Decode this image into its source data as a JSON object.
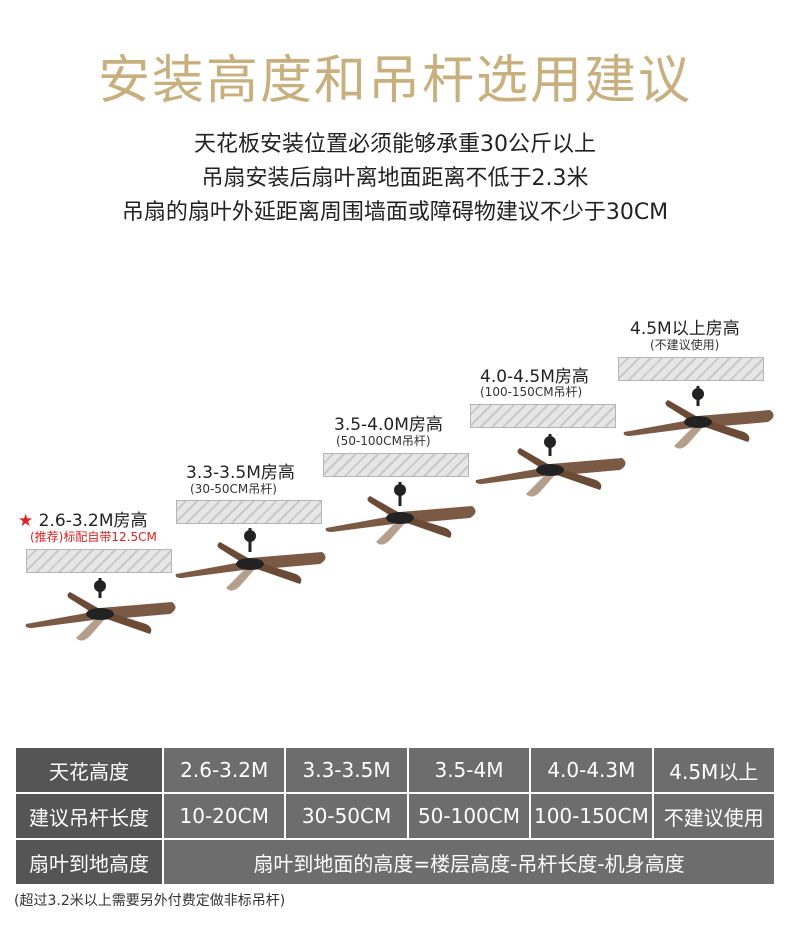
{
  "title": "安装高度和吊杆选用建议",
  "subtitles": [
    "天花板安装位置必须能够承重30公斤以上",
    "吊扇安装后扇叶离地面距离不低于2.3米",
    "吊扇的扇叶外延距离周围墙面或障碍物建议不少于30CM"
  ],
  "levels": [
    {
      "label": "2.6-3.2M房高",
      "star": "★",
      "sub": "(推荐)标配自带12.5CM"
    },
    {
      "label": "3.3-3.5M房高",
      "sub": "(30-50CM吊杆)"
    },
    {
      "label": "3.5-4.0M房高",
      "sub": "(50-100CM吊杆)"
    },
    {
      "label": "4.0-4.5M房高",
      "sub": "(100-150CM吊杆)"
    },
    {
      "label": "4.5M以上房高",
      "sub": "(不建议使用)"
    }
  ],
  "table": {
    "rows": [
      {
        "header": "天花高度",
        "cells": [
          "2.6-3.2M",
          "3.3-3.5M",
          "3.5-4M",
          "4.0-4.3M",
          "4.5M以上"
        ]
      },
      {
        "header": "建议吊杆长度",
        "cells": [
          "10-20CM",
          "30-50CM",
          "50-100CM",
          "100-150CM",
          "不建议使用"
        ]
      },
      {
        "header": "扇叶到地高度",
        "formula": "扇叶到地面的高度=楼层高度-吊杆长度-机身高度"
      }
    ]
  },
  "footnote": "(超过3.2米以上需要另外付费定做非标吊杆)",
  "colors": {
    "title": "#c8b07e",
    "table_bg": "#6d6d6d",
    "table_header": "#555555",
    "recommend": "#dd2222"
  }
}
